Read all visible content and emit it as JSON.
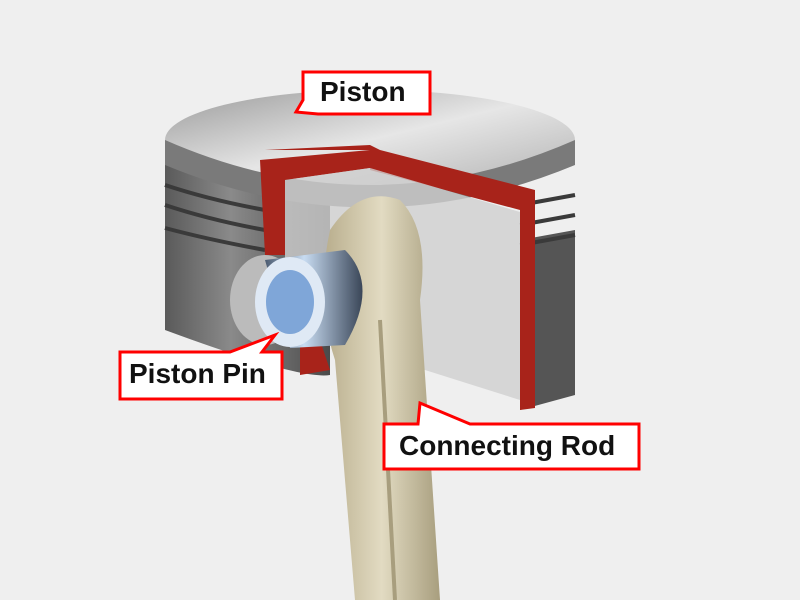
{
  "labels": {
    "piston": "Piston",
    "piston_pin": "Piston Pin",
    "connecting_rod": "Connecting Rod"
  },
  "colors": {
    "callout_border": "#ff0000",
    "cutaway": "#a8231a",
    "body": "#6a6a6a",
    "rod": "#cfc6a8",
    "pin": "#8fb6e0",
    "background": "#efefef"
  }
}
